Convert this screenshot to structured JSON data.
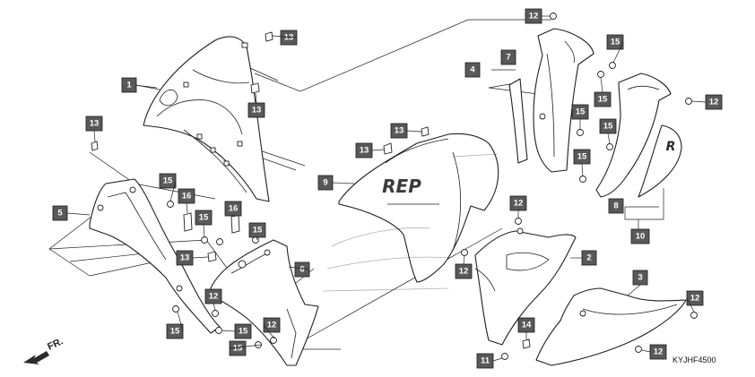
{
  "diagram_code": "KYJHF4500",
  "direction_label": "FR.",
  "fairing_text": "REP",
  "callouts": [
    {
      "id": "c1",
      "text": "1"
    },
    {
      "id": "c2",
      "text": "2"
    },
    {
      "id": "c3",
      "text": "3"
    },
    {
      "id": "c4",
      "text": "4"
    },
    {
      "id": "c5",
      "text": "5"
    },
    {
      "id": "c6",
      "text": "6"
    },
    {
      "id": "c7",
      "text": "7"
    },
    {
      "id": "c8",
      "text": "8"
    },
    {
      "id": "c9",
      "text": "9"
    },
    {
      "id": "c10",
      "text": "10"
    },
    {
      "id": "c11",
      "text": "11"
    },
    {
      "id": "c12a",
      "text": "12"
    },
    {
      "id": "c12b",
      "text": "12"
    },
    {
      "id": "c12c",
      "text": "12"
    },
    {
      "id": "c12d",
      "text": "12"
    },
    {
      "id": "c12e",
      "text": "12"
    },
    {
      "id": "c12f",
      "text": "12"
    },
    {
      "id": "c12g",
      "text": "12"
    },
    {
      "id": "c12h",
      "text": "12"
    },
    {
      "id": "c13a",
      "text": "13"
    },
    {
      "id": "c13b",
      "text": "13"
    },
    {
      "id": "c13c",
      "text": "13"
    },
    {
      "id": "c13d",
      "text": "13"
    },
    {
      "id": "c13e",
      "text": "13"
    },
    {
      "id": "c13f",
      "text": "13"
    },
    {
      "id": "c14",
      "text": "14"
    },
    {
      "id": "c15a",
      "text": "15"
    },
    {
      "id": "c15b",
      "text": "15"
    },
    {
      "id": "c15c",
      "text": "15"
    },
    {
      "id": "c15d",
      "text": "15"
    },
    {
      "id": "c15e",
      "text": "15"
    },
    {
      "id": "c15f",
      "text": "15"
    },
    {
      "id": "c15g",
      "text": "15"
    },
    {
      "id": "c15h",
      "text": "15"
    },
    {
      "id": "c15i",
      "text": "15"
    },
    {
      "id": "c15j",
      "text": "15"
    },
    {
      "id": "c16a",
      "text": "16"
    },
    {
      "id": "c16b",
      "text": "16"
    }
  ]
}
